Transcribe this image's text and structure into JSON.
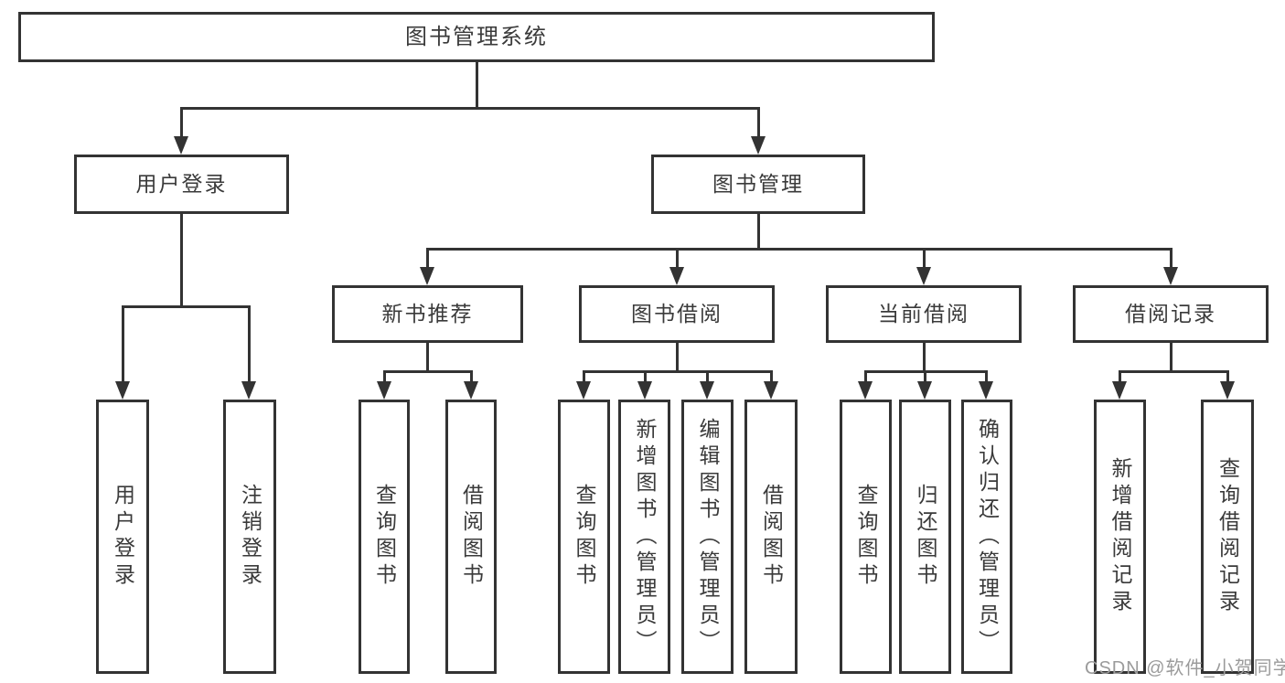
{
  "diagram": {
    "root": "图书管理系统",
    "level2": {
      "user_login": "用户登录",
      "book_mgmt": "图书管理"
    },
    "level3": {
      "new_book": "新书推荐",
      "book_borrow": "图书借阅",
      "current_borrow": "当前借阅",
      "borrow_record": "借阅记录"
    },
    "leaves": {
      "user_login_1": "用户登录",
      "user_login_2": "注销登录",
      "new_book_1": "查询图书",
      "new_book_2": "借阅图书",
      "book_borrow_1": "查询图书",
      "book_borrow_2": "新增图书（管理员）",
      "book_borrow_3": "编辑图书（管理员）",
      "book_borrow_4": "借阅图书",
      "current_1": "查询图书",
      "current_2": "归还图书",
      "current_3": "确认归还（管理员）",
      "record_1": "新增借阅记录",
      "record_2": "查询借阅记录"
    },
    "watermark": "CSDN @软件_小贺同学",
    "colors": {
      "line": "#333333",
      "box_background": "#ffffff",
      "text": "#3a3a3a",
      "watermark": "#9b9b9b"
    }
  }
}
